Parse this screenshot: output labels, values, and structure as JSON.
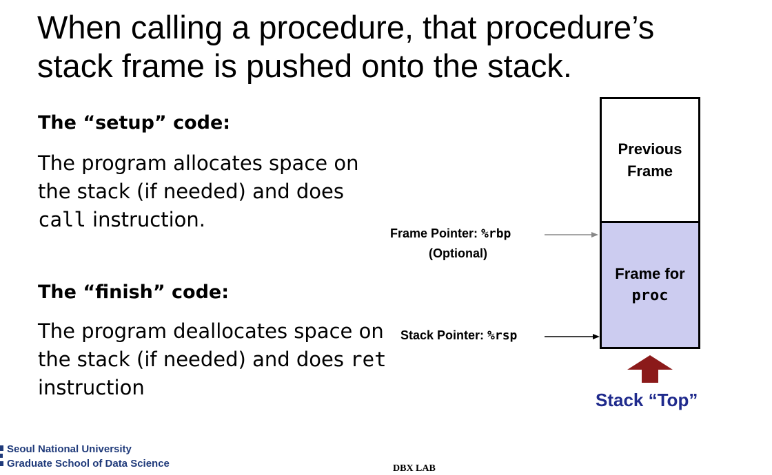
{
  "slide": {
    "title_line1": "When calling a procedure, that procedure’s",
    "title_line2": "stack frame is pushed onto the stack."
  },
  "setup": {
    "heading": "The “setup” code:",
    "body_part1": "The program allocates space on the stack  (if needed) and does ",
    "body_code": "call",
    "body_part2": " instruction."
  },
  "finish": {
    "heading": "The  “finish” code:",
    "body_part1": "The program deallocates space on the stack (if needed) and does ",
    "body_code": "ret",
    "body_part2": " instruction"
  },
  "diagram": {
    "previous_frame_line1": "Previous",
    "previous_frame_line2": "Frame",
    "proc_frame_line1": "Frame for",
    "proc_frame_code": "proc",
    "frame_pointer_label": "Frame Pointer: ",
    "frame_pointer_reg": "%rbp",
    "frame_pointer_note": "(Optional)",
    "stack_pointer_label": "Stack Pointer: ",
    "stack_pointer_reg": "%rsp",
    "stack_top_label": "Stack “Top”",
    "colors": {
      "proc_frame_fill": "#ccccf0",
      "up_arrow": "#8b1a1a",
      "stack_top_text": "#1f2a8c"
    }
  },
  "footer": {
    "university_line1": "Seoul National University",
    "university_line2": "Graduate School of Data Science",
    "lab": "DBX LAB",
    "logo_icon": "snu-emblem-icon"
  }
}
